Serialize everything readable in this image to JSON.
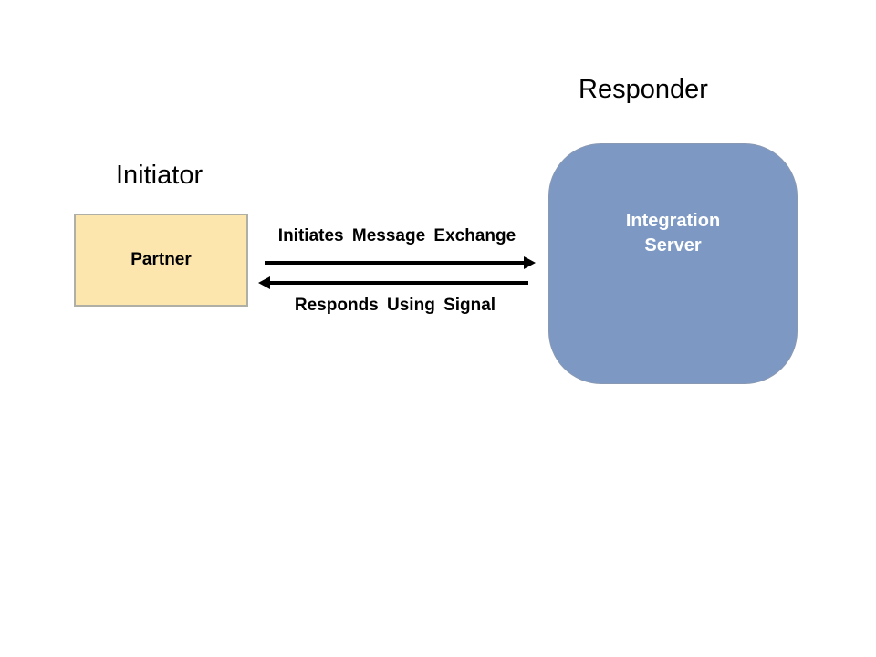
{
  "diagram": {
    "roles": {
      "initiator_label": "Initiator",
      "responder_label": "Responder"
    },
    "nodes": {
      "partner": {
        "label": "Partner",
        "fill": "#fce6ad",
        "text_color": "#000000"
      },
      "integration_server": {
        "label": "Integration\nServer",
        "fill": "#7d99c3",
        "text_color": "#ffffff"
      }
    },
    "arrows": {
      "request": {
        "label": "Initiates Message Exchange",
        "direction": "right",
        "color": "#000000"
      },
      "response": {
        "label": "Responds Using Signal",
        "direction": "left",
        "color": "#000000"
      }
    }
  }
}
